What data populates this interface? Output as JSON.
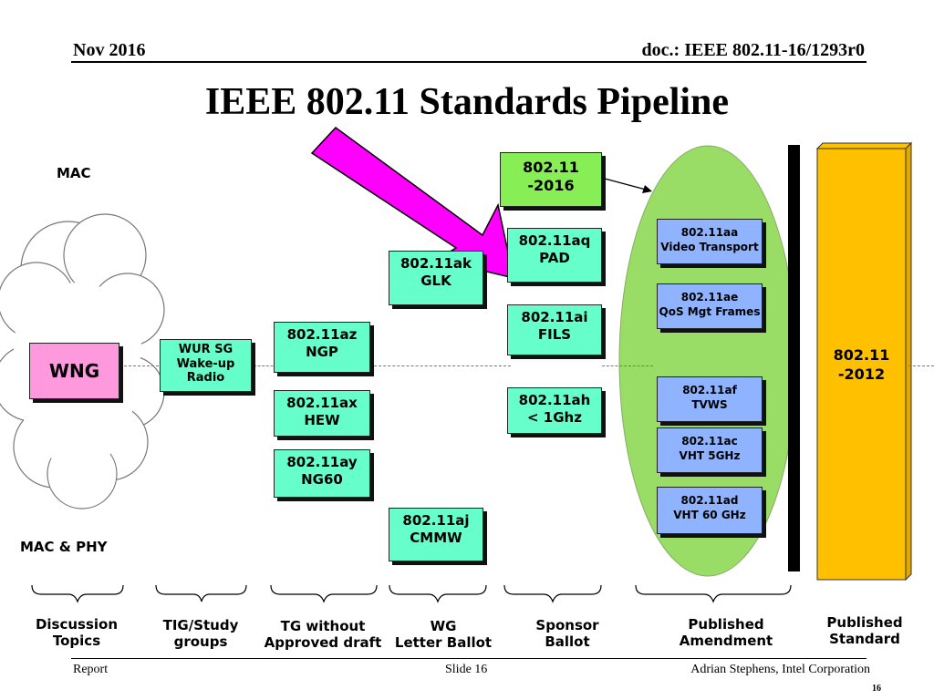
{
  "header": {
    "date": "Nov 2016",
    "doc": "doc.: IEEE 802.11-16/1293r0"
  },
  "title": "IEEE 802.11 Standards Pipeline",
  "labels": {
    "mac": "MAC",
    "mac_phy": "MAC & PHY"
  },
  "wng": "WNG",
  "wur": [
    "WUR SG",
    "Wake-up",
    "Radio"
  ],
  "tg": {
    "az": [
      "802.11az",
      "NGP"
    ],
    "ax": [
      "802.11ax",
      "HEW"
    ],
    "ay": [
      "802.11ay",
      "NG60"
    ]
  },
  "wg": {
    "ak": [
      "802.11ak",
      "GLK"
    ],
    "aj": [
      "802.11aj",
      "CMMW"
    ]
  },
  "sponsor": {
    "aq": [
      "802.11aq",
      "PAD"
    ],
    "ai": [
      "802.11ai",
      "FILS"
    ],
    "ah": [
      "802.11ah",
      "< 1Ghz"
    ]
  },
  "rev2016": [
    "802.11",
    "-2016"
  ],
  "amendments": {
    "aa": [
      "802.11aa",
      "Video Transport"
    ],
    "ae": [
      "802.11ae",
      "QoS Mgt Frames"
    ],
    "af": [
      "802.11af",
      "TVWS"
    ],
    "ac": [
      "802.11ac",
      "VHT 5GHz"
    ],
    "ad": [
      "802.11ad",
      "VHT 60 GHz"
    ]
  },
  "published": [
    "802.11",
    "-2012"
  ],
  "stages": {
    "discussion": [
      "Discussion",
      "Topics"
    ],
    "tig": [
      "TIG/Study",
      "groups"
    ],
    "tg": [
      "TG without",
      "Approved draft"
    ],
    "wg": [
      "WG",
      "Letter Ballot"
    ],
    "sponsor": [
      "Sponsor",
      "Ballot"
    ],
    "amendment": [
      "Published",
      "Amendment"
    ],
    "standard": [
      "Published",
      "Standard"
    ]
  },
  "footer": {
    "left": "Report",
    "center": "Slide 16",
    "right": "Adrian Stephens, Intel Corporation",
    "page": "16"
  },
  "colors": {
    "tg_box": "#66ffcc",
    "amendment_box": "#8fb3ff",
    "ellipse": "#99dd66",
    "standard_bar": "#ffc000",
    "arrow": "#ff00ff",
    "wng_box": "#ff99dd",
    "rev_box": "#88ee55"
  }
}
